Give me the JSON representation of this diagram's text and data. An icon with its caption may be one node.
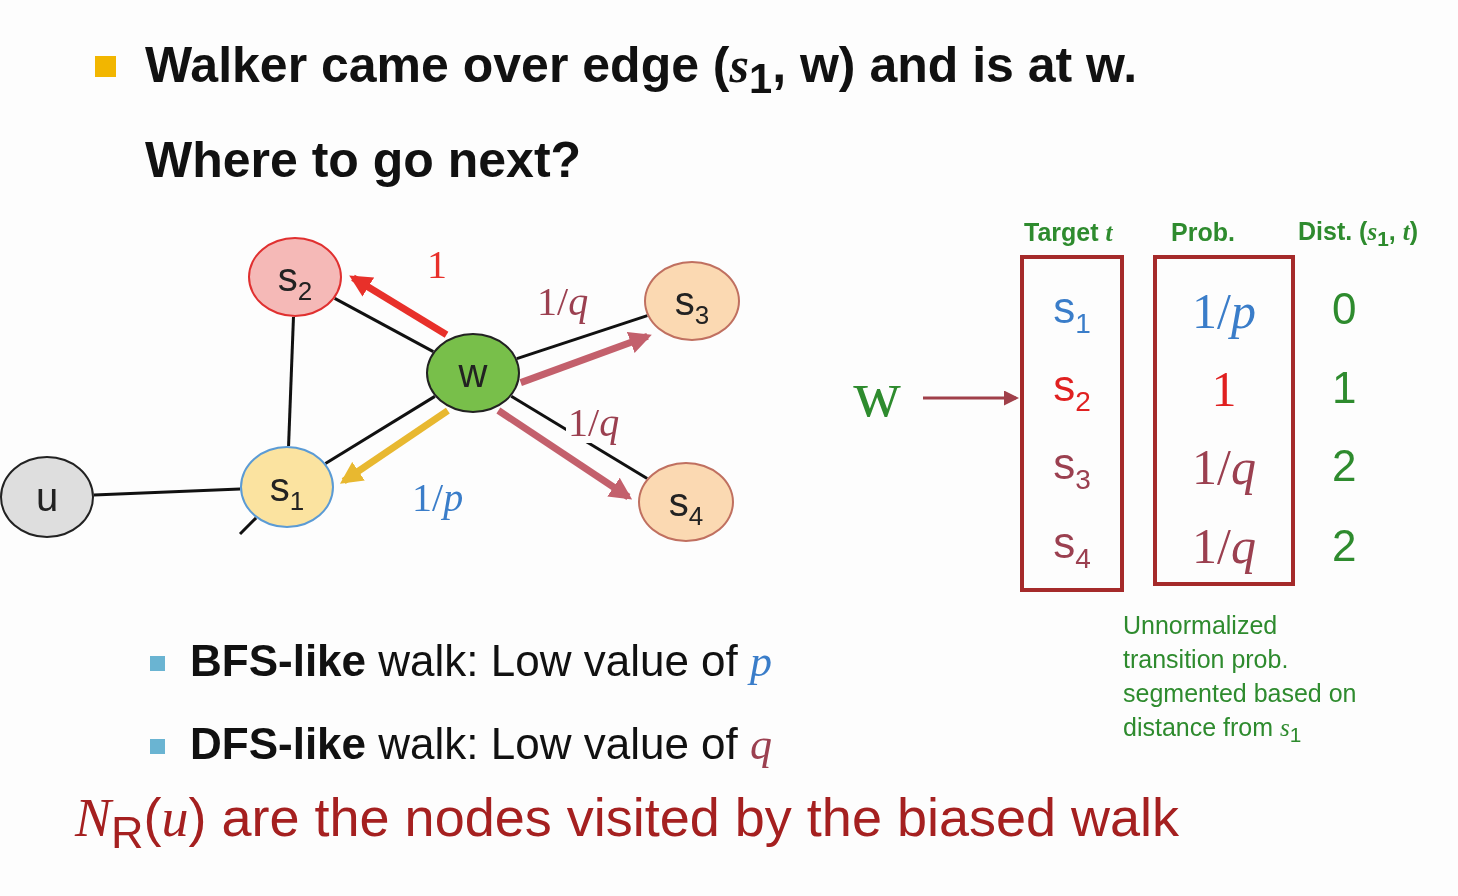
{
  "diagram": {
    "title": "Walker came over edge (*s*$_{1}$, w) and is at w. Where to go next?",
    "nodes": [
      {
        "text": [
          "s$_{2}$"
        ]
      },
      {
        "text": [
          "s$_{3}$"
        ]
      },
      {
        "text": [
          "w"
        ]
      },
      {
        "text": [
          "u"
        ]
      },
      {
        "text": [
          "s$_{1}$"
        ]
      },
      {
        "text": [
          "s$_{4}$"
        ]
      },
      {
        "text": [
          "w"
        ]
      },
      {
        "text": [
          "Target *t*",
          "s$_{1}$",
          "s$_{2}$",
          "s$_{3}$",
          "s$_{4}$"
        ]
      },
      {
        "text": [
          "Prob.",
          "1/*p*",
          "1",
          "1/*q*",
          "1/*q*"
        ],
        "beside": [
          "Unnormalized transition prob. segmented based on distance from *s*$_{1}$"
        ]
      }
    ],
    "edges": [
      {
        "from": 3,
        "to": 4,
        "arrow": "none"
      },
      {
        "from": 0,
        "to": 4,
        "arrow": "none"
      },
      {
        "from": 0,
        "to": 2,
        "arrow": "none"
      },
      {
        "from": 2,
        "to": 4,
        "arrow": "none"
      },
      {
        "from": 2,
        "to": 1,
        "arrow": "none"
      },
      {
        "from": 2,
        "to": 5,
        "arrow": "none"
      },
      {
        "from": 4,
        "to": null,
        "arrow": "none"
      },
      {
        "from": 2,
        "to": 0,
        "arrow": "to",
        "label": "1",
        "style": "thick",
        "color": "#e8302a"
      },
      {
        "from": 2,
        "to": 1,
        "arrow": "to",
        "label": "1/*q*",
        "style": "thick",
        "color": "#c3606c"
      },
      {
        "from": 2,
        "to": 5,
        "arrow": "to",
        "label": "1/*q*",
        "style": "thick",
        "color": "#c3606c"
      },
      {
        "from": 2,
        "to": 4,
        "arrow": "to",
        "label": "1/*p*",
        "style": "thick",
        "color": "#e8b830"
      },
      {
        "from": 6,
        "to": 7,
        "arrow": "to",
        "color": "#a0404a"
      }
    ],
    "labels": [
      "Dist. (*s*$_{1}$, *t*)",
      "0",
      "1",
      "2",
      "2",
      "**BFS-like** walk: Low value of *p*",
      "**DFS-like** walk: Low value of *q*",
      "*N*$_{R}$(*u*) are the nodes visited by the biased walk"
    ]
  }
}
